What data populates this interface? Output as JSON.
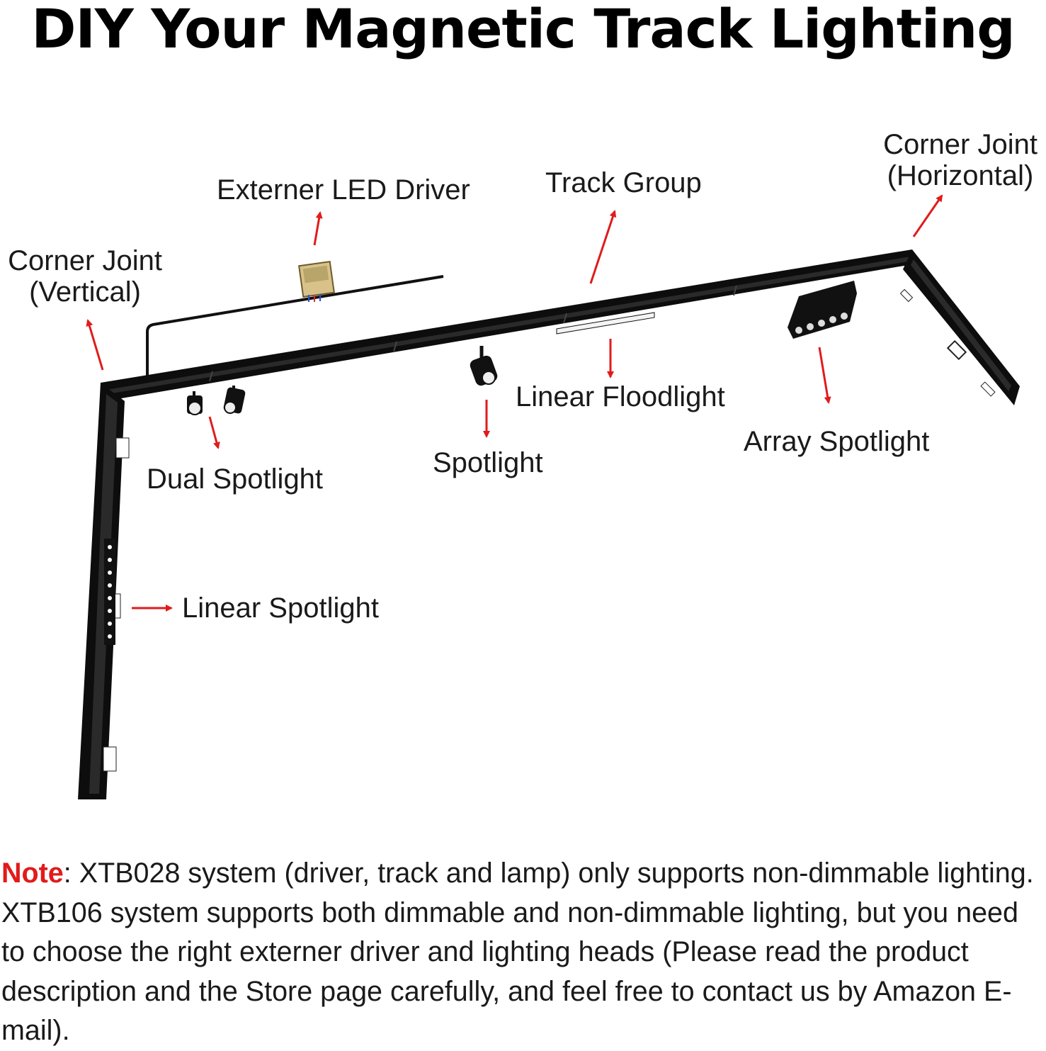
{
  "title": "DIY Your Magnetic Track Lighting",
  "labels": {
    "corner_joint_vertical": [
      "Corner Joint",
      "(Vertical)"
    ],
    "externer_led_driver": "Externer LED Driver",
    "track_group": "Track Group",
    "corner_joint_horizontal": [
      "Corner Joint",
      "(Horizontal)"
    ],
    "linear_floodlight": "Linear Floodlight",
    "array_spotlight": "Array Spotlight",
    "spotlight": "Spotlight",
    "dual_spotlight": "Dual Spotlight",
    "linear_spotlight": "Linear Spotlight"
  },
  "note": {
    "key": "Note",
    "text": ": XTB028 system (driver, track and lamp) only supports non-dimmable lighting. XTB106 system supports both dimmable and non-dimmable lighting, but you need to choose the right externer driver and lighting heads (Please read the product description and the Store page carefully, and feel free to contact us by Amazon E-mail)."
  },
  "colors": {
    "arrow": "#e11b1b",
    "track": "#0d0d0d",
    "note_key": "#e11b1b"
  }
}
